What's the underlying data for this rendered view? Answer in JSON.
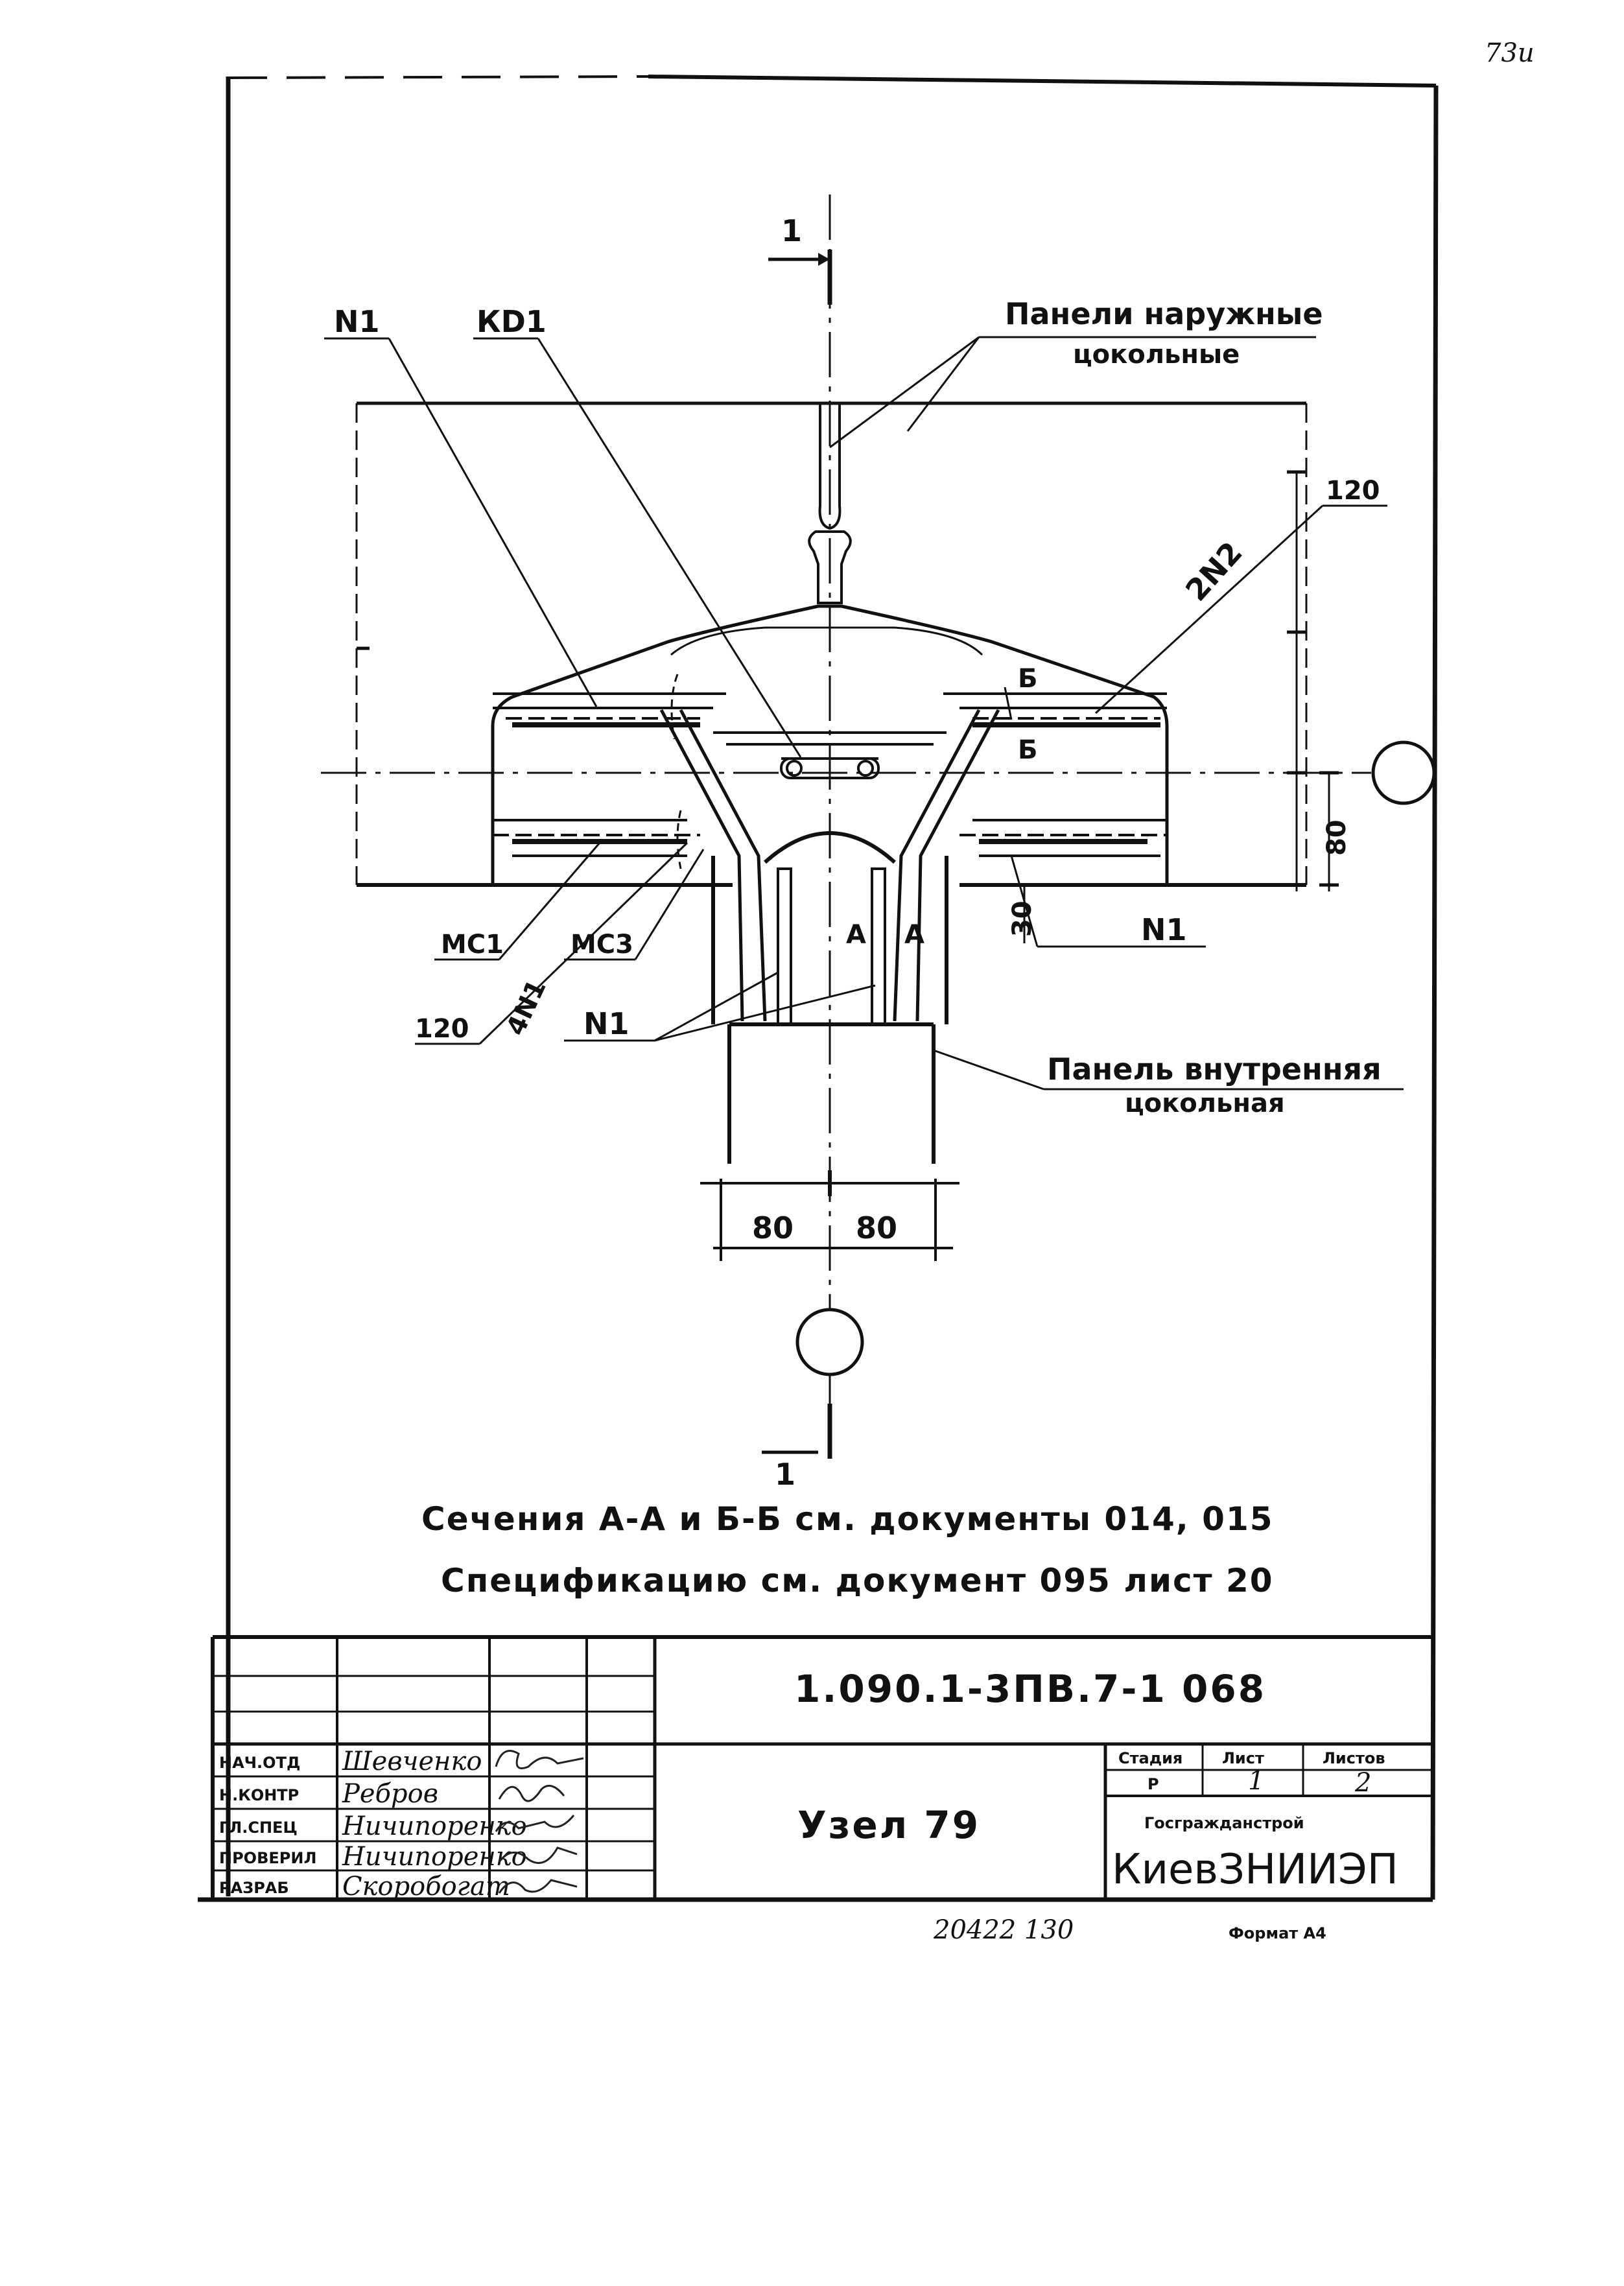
{
  "corner_mark": "73и",
  "drawing": {
    "section_mark_top": "1",
    "section_mark_bottom": "1",
    "labels": {
      "n1_top": "N1",
      "kd1": "КD1",
      "panels_outer_line1": "Панели наружные",
      "panels_outer_line2": "цокольные",
      "dim_120_right": "120",
      "two_n2": "2N2",
      "b_upper": "Б",
      "b_lower": "Б",
      "dim_80_right": "80",
      "mc1": "МС1",
      "mc3": "МС3",
      "four_n1": "4N1",
      "dim_120_left": "120",
      "dim_30": "30",
      "n1_right": "N1",
      "a_left": "А",
      "a_right": "А",
      "n1_bottom": "N1",
      "panel_inner_line1": "Панель внутренняя",
      "panel_inner_line2": "цокольная",
      "dim_80_left_bottom": "80",
      "dim_80_right_bottom": "80"
    }
  },
  "notes": {
    "sections": "Сечения А-А и Б-Б см. документы 014, 015",
    "specification": "Спецификацию см. документ 095 лист 20"
  },
  "title_block": {
    "document_code": "1.090.1-3ПВ.7-1   068",
    "title": "Узел 79",
    "stage_header": "Стадия",
    "sheet_header": "Лист",
    "sheets_header": "Листов",
    "stage": "Р",
    "sheet": "1",
    "sheets": "2",
    "org_line1": "Госгражданстрой",
    "org_line2": "КиевЗНИИЭП",
    "rows": [
      {
        "role": "НАЧ.ОТД",
        "name": "Шевченко"
      },
      {
        "role": "Н.КОНТР",
        "name": "Ребров"
      },
      {
        "role": "ГЛ.СПЕЦ",
        "name": "Ничипоренко"
      },
      {
        "role": "ПРОВЕРИЛ",
        "name": "Ничипоренко"
      },
      {
        "role": "РАЗРАБ",
        "name": "Скоробогат"
      }
    ]
  },
  "footer": {
    "archive_number": "20422   130",
    "format": "Формат А4"
  }
}
